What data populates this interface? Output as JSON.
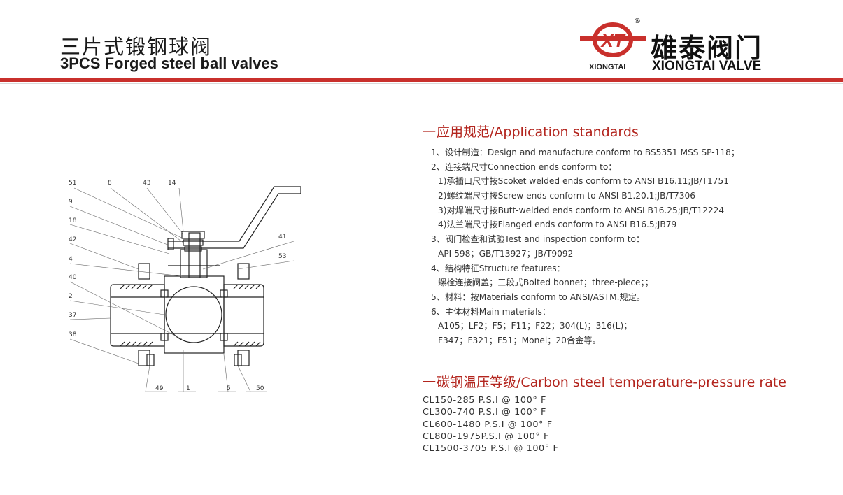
{
  "header": {
    "title_cn": "三片式锻钢球阀",
    "title_en": "3PCS Forged steel ball valves"
  },
  "brand": {
    "name_cn": "雄泰阀门",
    "name_en": "XIONGTAI VALVE",
    "name_small": "XIONGTAI",
    "registered": "®",
    "mark_letters": "XT",
    "accent_color": "#c9302c"
  },
  "drawing": {
    "part_labels": [
      "51",
      "8",
      "43",
      "14",
      "9",
      "18",
      "42",
      "4",
      "40",
      "2",
      "37",
      "38",
      "41",
      "53",
      "49",
      "1",
      "5",
      "50"
    ]
  },
  "application": {
    "heading": "应用规范/Application standards",
    "items": [
      {
        "level": 1,
        "text": "1、设计制造：Design and manufacture conform to BS5351 MSS SP-118；"
      },
      {
        "level": 1,
        "text": "2、连接端尺寸Connection ends conform to："
      },
      {
        "level": 2,
        "text": "1)承插口尺寸按Scoket welded ends conform to ANSI B16.11;JB/T1751"
      },
      {
        "level": 2,
        "text": "2)螺纹端尺寸按Screw ends conform to ANSI B1.20.1;JB/T7306"
      },
      {
        "level": 2,
        "text": "3)对焊端尺寸按Butt-welded ends conform to ANSI B16.25;JB/T12224"
      },
      {
        "level": 2,
        "text": "4)法兰端尺寸按Flanged ends conform to ANSI B16.5;JB79"
      },
      {
        "level": 1,
        "text": "3、阀门检查和试验Test and inspection conform to："
      },
      {
        "level": 2,
        "text": "API 598；GB/T13927；JB/T9092"
      },
      {
        "level": 1,
        "text": "4、结构特征Structure features："
      },
      {
        "level": 2,
        "text": "螺栓连接阀盖；三段式Bolted bonnet；three-piece；；"
      },
      {
        "level": 1,
        "text": "5、材料：按Materials conform to ANSI/ASTM.规定。"
      },
      {
        "level": 1,
        "text": "6、主体材料Main materials："
      },
      {
        "level": 2,
        "text": "A105；LF2；F5；F11；F22；304(L)；316(L)；"
      },
      {
        "level": 2,
        "text": "F347；F321；F51；Monel；20合金等。"
      }
    ]
  },
  "rating": {
    "heading": "碳钢温压等级/Carbon steel temperature-pressure rate",
    "items": [
      "CL150-285 P.S.I @ 100° F",
      "CL300-740 P.S.I @ 100° F",
      "CL600-1480 P.S.I @ 100° F",
      "CL800-1975P.S.I @ 100° F",
      "CL1500-3705 P.S.I @ 100° F"
    ]
  }
}
